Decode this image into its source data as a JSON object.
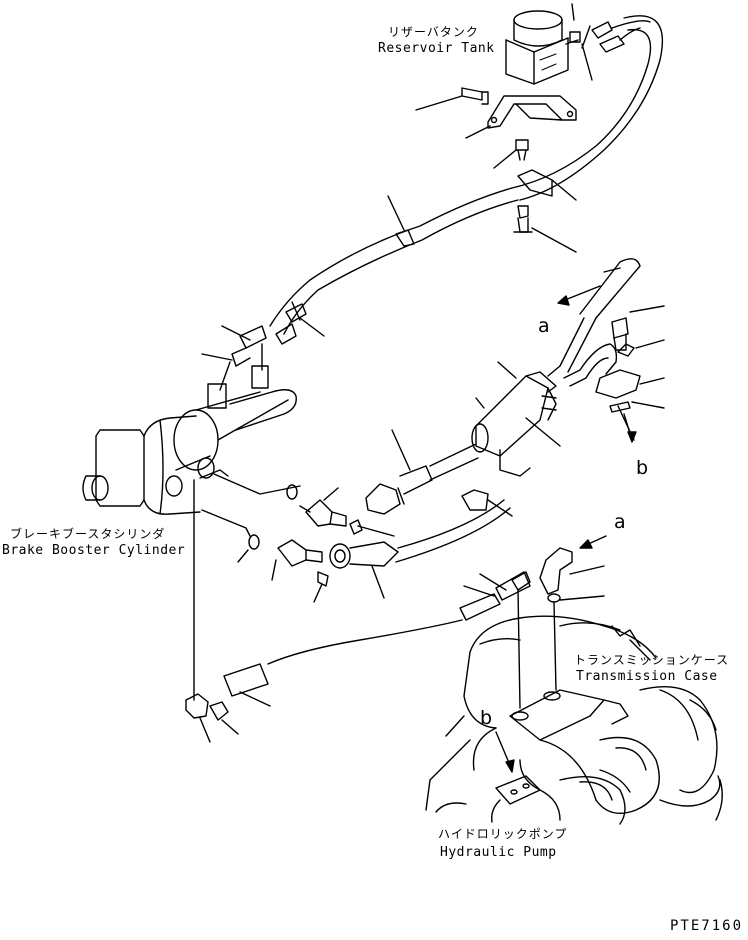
{
  "labels": {
    "reservoir_tank_jp": "リザーバタンク",
    "reservoir_tank_en": "Reservoir Tank",
    "brake_booster_jp": "ブレーキブースタシリンダ",
    "brake_booster_en": "Brake Booster Cylinder",
    "transmission_case_jp": "トランスミッションケース",
    "transmission_case_en": "Transmission Case",
    "hydraulic_pump_jp": "ハイドロリックポンプ",
    "hydraulic_pump_en": "Hydraulic Pump"
  },
  "callouts": {
    "a_top": "a",
    "a_lower": "a",
    "b_right": "b",
    "b_lower": "b"
  },
  "drawing_code": "PTE7160"
}
